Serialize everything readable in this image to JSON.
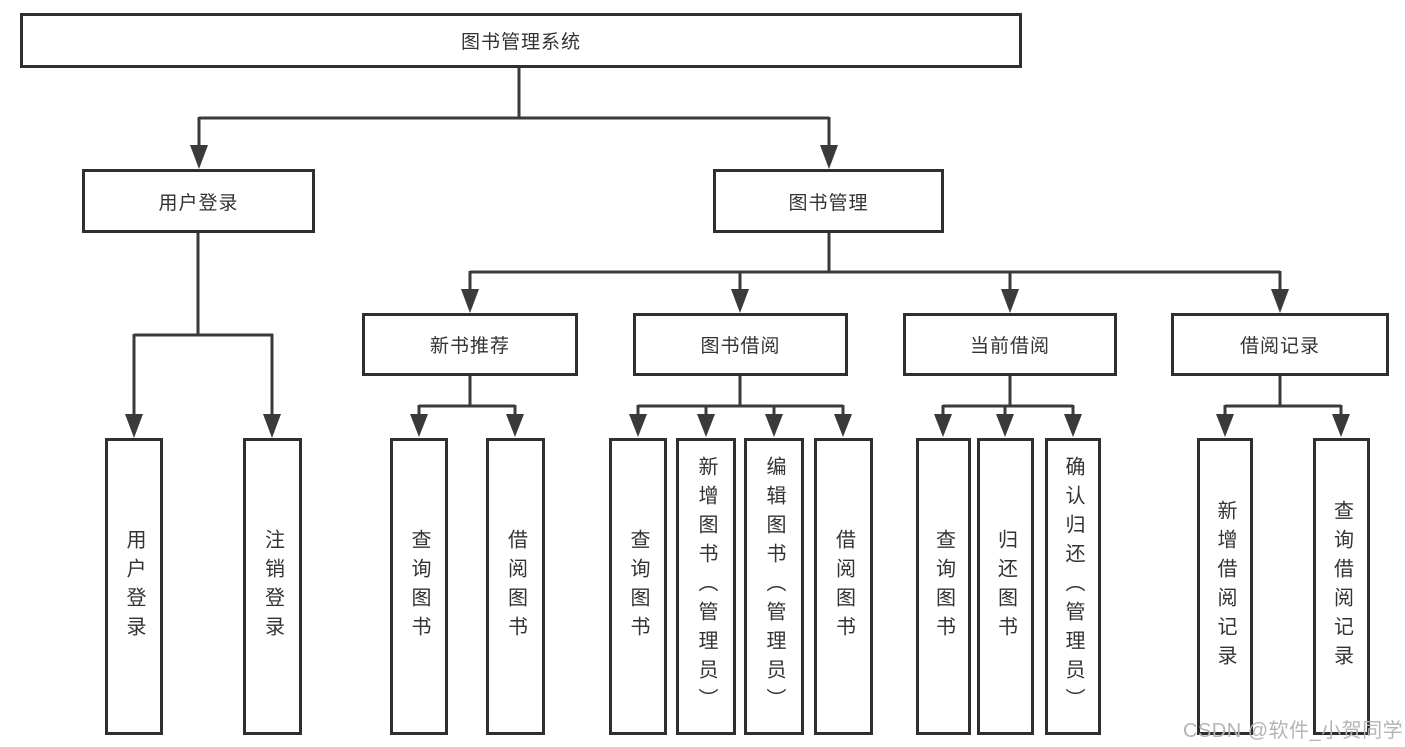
{
  "tree": {
    "label": "图书管理系统",
    "children": [
      {
        "label": "用户登录",
        "children": [
          {
            "label": "用户登录"
          },
          {
            "label": "注销登录"
          }
        ]
      },
      {
        "label": "图书管理",
        "children": [
          {
            "label": "新书推荐",
            "children": [
              {
                "label": "查询图书"
              },
              {
                "label": "借阅图书"
              }
            ]
          },
          {
            "label": "图书借阅",
            "children": [
              {
                "label": "查询图书"
              },
              {
                "label": "新增图书（管理员）"
              },
              {
                "label": "编辑图书（管理员）"
              },
              {
                "label": "借阅图书"
              }
            ]
          },
          {
            "label": "当前借阅",
            "children": [
              {
                "label": "查询图书"
              },
              {
                "label": "归还图书"
              },
              {
                "label": "确认归还（管理员）"
              }
            ]
          },
          {
            "label": "借阅记录",
            "children": [
              {
                "label": "新增借阅记录"
              },
              {
                "label": "查询借阅记录"
              }
            ]
          }
        ]
      }
    ]
  },
  "watermark": {
    "text": "CSDN @软件_小贺同学"
  },
  "colors": {
    "line": "#3a3a3a",
    "box_border": "#2f2f2f",
    "text": "#333333",
    "watermark": "#b5b5b5",
    "background": "#ffffff"
  }
}
